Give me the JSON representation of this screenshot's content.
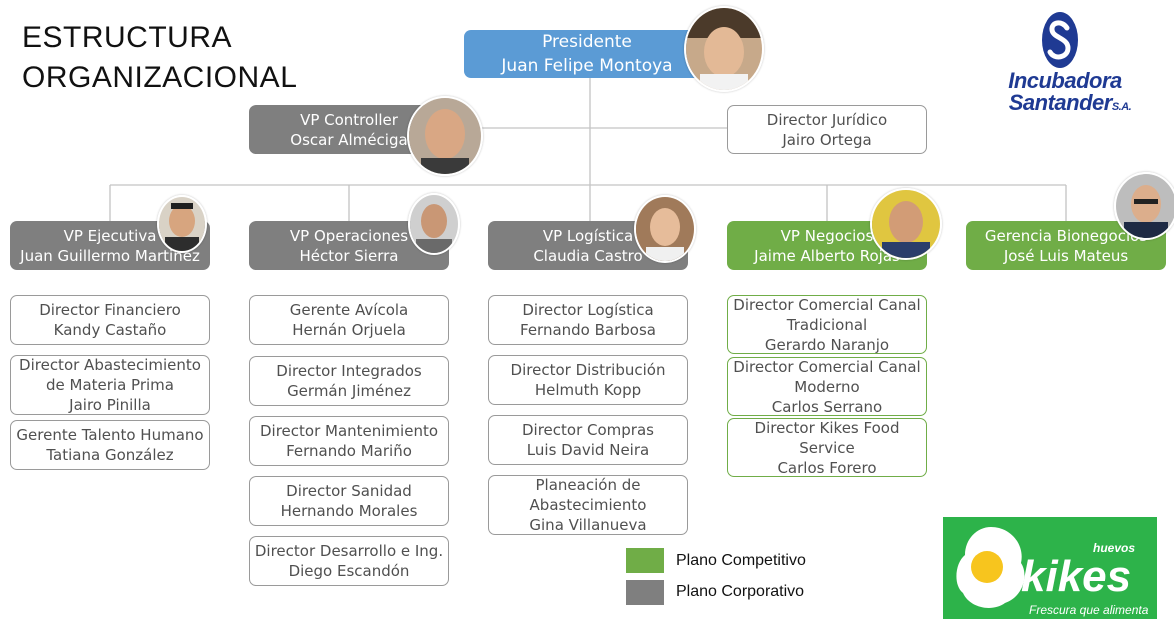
{
  "title": {
    "line1": "ESTRUCTURA",
    "line2": "ORGANIZACIONAL"
  },
  "president": {
    "role": "Presidente",
    "name": "Juan Felipe Montoya"
  },
  "vp_controller": {
    "role": "VP Controller",
    "name": "Oscar Alméciga"
  },
  "director_juridico": {
    "role": "Director Jurídico",
    "name": "Jairo Ortega"
  },
  "vps": [
    {
      "role": "VP Ejecutiva",
      "name": "Juan Guillermo Martinez"
    },
    {
      "role": "VP Operaciones",
      "name": "Héctor Sierra"
    },
    {
      "role": "VP Logística",
      "name": "Claudia Castro"
    },
    {
      "role": "VP Negocios",
      "name": "Jaime Alberto Rojas"
    },
    {
      "role": "Gerencia  Bionegocios",
      "name": "José Luis Mateus"
    }
  ],
  "col1": [
    {
      "lines": [
        "Director Financiero",
        "Kandy Castaño"
      ]
    },
    {
      "lines": [
        "Director Abastecimiento",
        "de Materia Prima",
        "Jairo Pinilla"
      ]
    },
    {
      "lines": [
        "Gerente Talento Humano",
        "Tatiana González"
      ]
    }
  ],
  "col2": [
    {
      "lines": [
        "Gerente Avícola",
        "Hernán Orjuela"
      ]
    },
    {
      "lines": [
        "Director Integrados",
        "Germán Jiménez"
      ]
    },
    {
      "lines": [
        "Director Mantenimiento",
        "Fernando Mariño"
      ]
    },
    {
      "lines": [
        "Director Sanidad",
        "Hernando Morales"
      ]
    },
    {
      "lines": [
        "Director Desarrollo e Ing.",
        "Diego Escandón"
      ]
    }
  ],
  "col3": [
    {
      "lines": [
        "Director Logística",
        "Fernando Barbosa"
      ]
    },
    {
      "lines": [
        "Director Distribución",
        "Helmuth Kopp"
      ]
    },
    {
      "lines": [
        "Director Compras",
        "Luis David Neira"
      ]
    },
    {
      "lines": [
        "Planeación de",
        "Abastecimiento",
        "Gina Villanueva"
      ]
    }
  ],
  "col4": [
    {
      "lines": [
        "Director Comercial Canal",
        "Tradicional",
        "Gerardo Naranjo"
      ]
    },
    {
      "lines": [
        "Director Comercial Canal",
        "Moderno",
        "Carlos Serrano"
      ]
    },
    {
      "lines": [
        "Director Kikes Food",
        "Service",
        "Carlos Forero"
      ]
    }
  ],
  "legend": [
    {
      "label": "Plano Competitivo",
      "color": "#70ad47"
    },
    {
      "label": "Plano Corporativo",
      "color": "#7f7f7f"
    }
  ],
  "logo_incubadora": {
    "line1": "Incubadora",
    "line2": "Santander",
    "suffix": "S.A."
  },
  "logo_kikes": {
    "brand": "kikes",
    "top": "huevos",
    "tagline": "Frescura que alimenta"
  },
  "colors": {
    "blue": "#5b9bd5",
    "gray": "#7f7f7f",
    "green": "#70ad47"
  }
}
